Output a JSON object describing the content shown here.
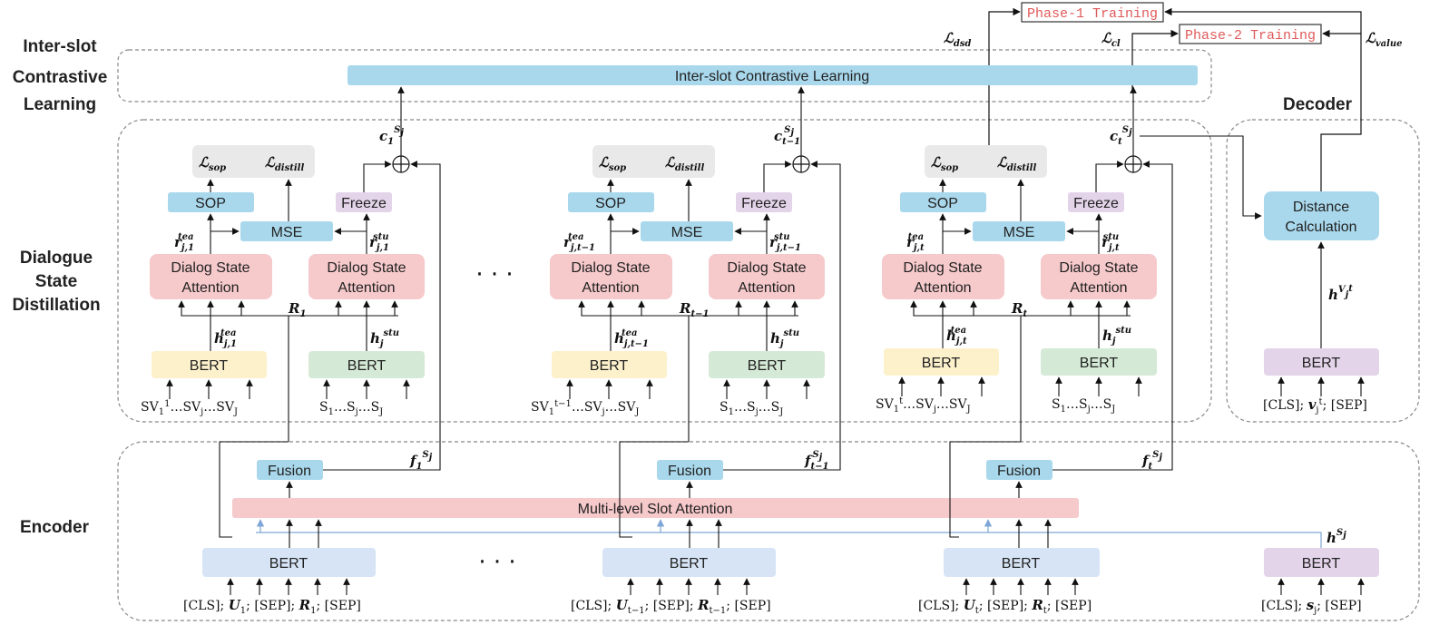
{
  "sections": {
    "inter_slot": [
      "Inter-slot",
      "Contrastive",
      "Learning"
    ],
    "distillation": [
      "Dialogue",
      "State",
      "Distillation"
    ],
    "encoder": "Encoder",
    "decoder": "Decoder"
  },
  "training": {
    "phase1": "Phase-1 Training",
    "phase2": "Phase-2 Training"
  },
  "losses": {
    "dsd": "dsd",
    "cl": "cl",
    "value": "value",
    "sop": "sop",
    "distill": "distill"
  },
  "boxes": {
    "contrastive": "Inter-slot Contrastive Learning",
    "sop": "SOP",
    "mse": "MSE",
    "freeze": "Freeze",
    "dsa": [
      "Dialog State",
      "Attention"
    ],
    "bert": "BERT",
    "fusion": "Fusion",
    "msa": "Multi-level Slot Attention",
    "distance": [
      "Distance",
      "Calculation"
    ]
  },
  "ellipsis": "· · ·",
  "columns": [
    {
      "c_sub": "1",
      "r_sub": "1",
      "r_tea_sub": "j,1",
      "h_tea_sub": "j,1",
      "sv_sup": "1",
      "f_sub": "1",
      "U_sub": "1",
      "R_sub": "1"
    },
    {
      "c_sub": "t−1",
      "r_sub": "t−1",
      "r_tea_sub": "j,t−1",
      "h_tea_sub": "j,t−1",
      "sv_sup": "t−1",
      "f_sub": "t−1",
      "U_sub": "t−1",
      "R_sub": "t−1"
    },
    {
      "c_sub": "t",
      "r_sub": "t",
      "r_tea_sub": "j,t",
      "h_tea_sub": "j,t",
      "sv_sup": "t",
      "f_sub": "t",
      "U_sub": "t",
      "R_sub": "t"
    }
  ],
  "colors": {
    "blue_box": "#a9d8ec",
    "pink_box": "#f6c9cb",
    "yellow_box": "#fdf1cc",
    "green_box": "#d5ead6",
    "purple_box": "#e3d4ea",
    "encoder_bert": "#d6e4f6",
    "gray_loss": "#e9e9e9",
    "phase_text": "#e05a5a",
    "arrow_blue": "#7fa6d6"
  }
}
